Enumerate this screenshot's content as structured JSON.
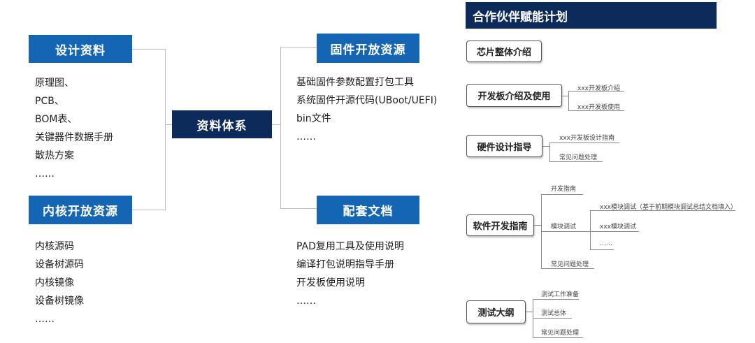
{
  "left_diagram": {
    "design": {
      "title": "设计资料",
      "items": [
        "原理图、",
        "PCB、",
        "BOM表、",
        "关键器件数据手册",
        "散热方案",
        "……"
      ]
    },
    "kernel": {
      "title": "内核开放资源",
      "items": [
        "内核源码",
        "设备树源码",
        "内核镜像",
        "设备树镜像",
        "……"
      ]
    },
    "center": {
      "title": "资料体系"
    },
    "firmware": {
      "title": "固件开放资源",
      "items": [
        "基础固件参数配置打包工具",
        "系统固件开源代码(UBoot/UEFI)",
        "bin文件",
        "……"
      ]
    },
    "docs": {
      "title": "配套文档",
      "items": [
        "PAD复用工具及使用说明",
        "编译打包说明指导手册",
        "开发板使用说明",
        "……"
      ]
    }
  },
  "right_diagram": {
    "title": "合作伙伴赋能计划",
    "chip_intro": "芯片整体介绍",
    "dev_board": {
      "label": "开发板介绍及使用",
      "children": [
        "xxx开发板介绍",
        "xxx开发板使用"
      ]
    },
    "hw_design": {
      "label": "硬件设计指导",
      "children": [
        "xxx开发板设计指南",
        "常见问题处理"
      ]
    },
    "sw_dev": {
      "label": "软件开发指南",
      "children": [
        "开发指南",
        "模块调试",
        "常见问题处理"
      ],
      "module_children": [
        "xxx模块调试（基于前期模块调试总结文档填入）",
        "xxx模块调试",
        "……"
      ]
    },
    "test": {
      "label": "测试大纲",
      "children": [
        "测试工作准备",
        "测试总体",
        "常见问题处理"
      ]
    }
  }
}
